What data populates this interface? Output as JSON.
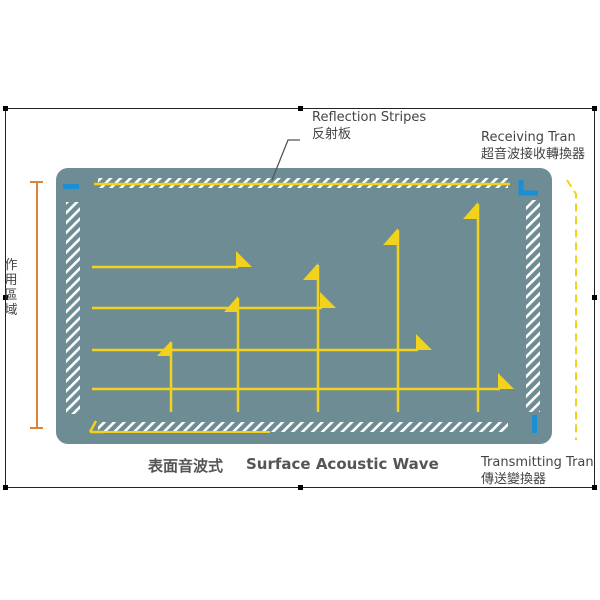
{
  "labels": {
    "reflection_en": "Reflection Stripes",
    "reflection_zh": "反射板",
    "receiving_en": "Receiving Tran",
    "receiving_zh": "超音波接收轉換器",
    "transmitting_en": "Transmitting Tran",
    "transmitting_zh": "傳送變換器",
    "active_area_zh": "作用區域",
    "caption_zh": "表面音波式",
    "caption_en": "Surface Acoustic Wave"
  },
  "colors": {
    "panel": "#6e8c93",
    "wave": "#f2d21c",
    "stripes": "#ffffff",
    "transducer": "#1a8fd6",
    "bracket": "#d9843a",
    "outer_wave_dashed": "#f2d21c",
    "frame": "#222222",
    "text": "#444444"
  },
  "icons": [
    "transducer-bar-icon",
    "arrowhead-icon",
    "flag-icon"
  ]
}
